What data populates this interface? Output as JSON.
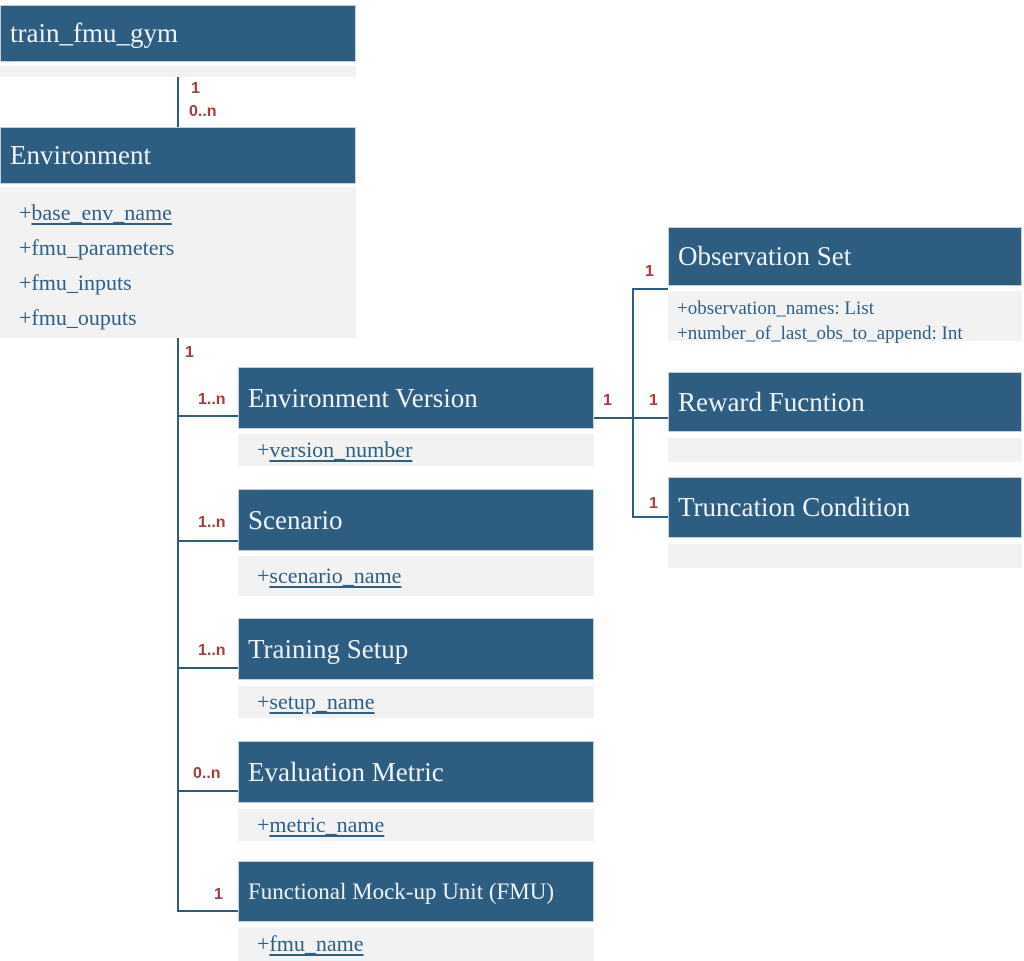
{
  "colors": {
    "header_bg": "#2d5d80",
    "header_text": "#eef3f6",
    "attr_bg": "#f2f2f2",
    "attr_text": "#2e5f86",
    "connector_line": "#2d5d80",
    "multiplicity_text": "#a63c3c"
  },
  "attr_prefix": "+",
  "classes": {
    "train_fmu_gym": {
      "title": "train_fmu_gym"
    },
    "environment": {
      "title": "Environment",
      "attr1": "base_env_name",
      "attr2": "fmu_parameters",
      "attr3": "fmu_inputs",
      "attr4": "fmu_ouputs"
    },
    "environment_version": {
      "title": "Environment Version",
      "attr1": "version_number"
    },
    "scenario": {
      "title": "Scenario",
      "attr1": "scenario_name"
    },
    "training_setup": {
      "title": "Training Setup",
      "attr1": "setup_name"
    },
    "evaluation_metric": {
      "title": "Evaluation Metric",
      "attr1": "metric_name"
    },
    "fmu": {
      "title": "Functional Mock-up Unit (FMU)",
      "attr1": "fmu_name"
    },
    "observation_set": {
      "title": "Observation Set",
      "attr1": "observation_names: List",
      "attr2": "number_of_last_obs_to_append: Int"
    },
    "reward_function": {
      "title": "Reward Fucntion"
    },
    "truncation_condition": {
      "title": "Truncation Condition"
    }
  },
  "multiplicities": {
    "gym_env_parent": "1",
    "gym_env_child": "0..n",
    "env_parent": "1",
    "environment_version": "1..n",
    "scenario": "1..n",
    "training_setup": "1..n",
    "evaluation_metric": "0..n",
    "fmu": "1",
    "version_right": "1",
    "branch_right": "1",
    "observation_set": "1",
    "truncation_condition": "1"
  }
}
